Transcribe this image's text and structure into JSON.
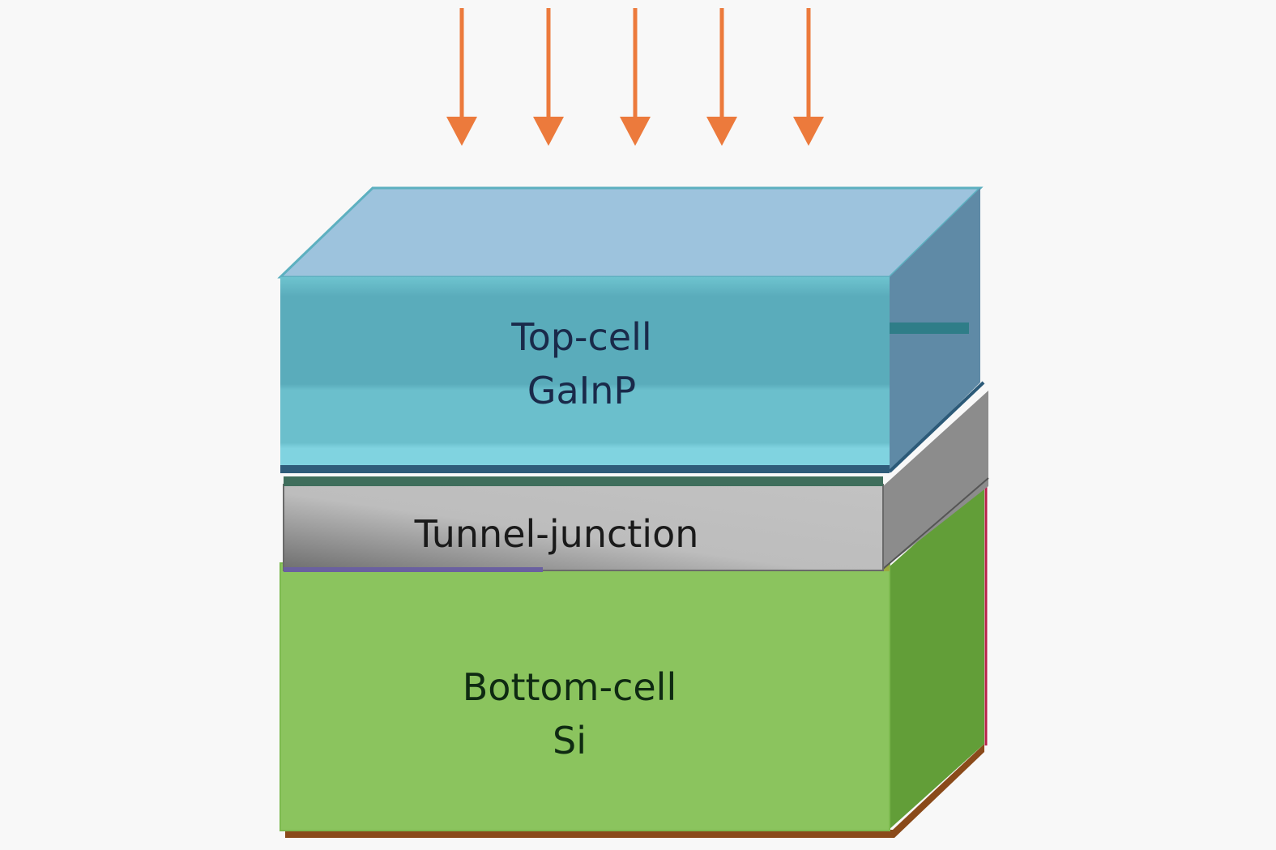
{
  "diagram": {
    "title": "GaInP/Si tandem solar cell structure",
    "incident_light": {
      "arrow_count": 5,
      "direction": "down",
      "color": "#ec7a3c"
    },
    "layers": [
      {
        "id": "top-cell",
        "line1": "Top-cell",
        "line2": "GaInP",
        "color": "#5aacbb",
        "text_color": "#1a2a4a"
      },
      {
        "id": "tunnel-junction",
        "line1": "Tunnel-junction",
        "line2": "",
        "color": "#bdbdbd",
        "text_color": "#1a1a1a"
      },
      {
        "id": "bottom-cell",
        "line1": "Bottom-cell",
        "line2": "Si",
        "color": "#8bc45e",
        "text_color": "#0f2a12"
      }
    ]
  }
}
